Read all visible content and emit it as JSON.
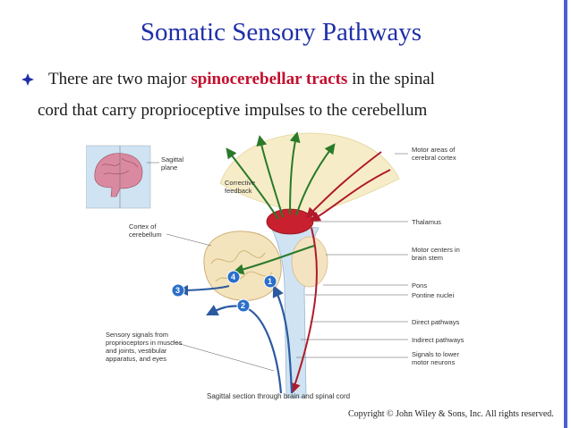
{
  "slide": {
    "title": "Somatic Sensory Pathways",
    "bullet_pre": "There are two major ",
    "bullet_highlight": "spinocerebellar tracts",
    "bullet_post": " in the spinal",
    "bullet_line2": "cord that carry proprioceptive impulses to the cerebellum",
    "copyright": "Copyright © John Wiley & Sons, Inc. All rights reserved."
  },
  "diagram": {
    "labels": {
      "sagittal_plane_1": "Sagittal",
      "sagittal_plane_2": "plane",
      "corrective_1": "Corrective",
      "corrective_2": "feedback",
      "cortex_cereb_1": "Cortex of",
      "cortex_cereb_2": "cerebellum",
      "motor_areas_1": "Motor areas of",
      "motor_areas_2": "cerebral cortex",
      "thalamus": "Thalamus",
      "motor_centers_1": "Motor centers in",
      "motor_centers_2": "brain stem",
      "pons": "Pons",
      "pontine_nuclei": "Pontine nuclei",
      "direct_pathways": "Direct pathways",
      "indirect_pathways": "Indirect pathways",
      "signals_lower_1": "Signals to lower",
      "signals_lower_2": "motor neurons",
      "sensory_1": "Sensory signals from",
      "sensory_2": "proprioceptors in muscles",
      "sensory_3": "and joints, vestibular",
      "sensory_4": "apparatus, and eyes",
      "caption": "Sagittal section through brain and spinal cord"
    },
    "steps": [
      "1",
      "2",
      "3",
      "4"
    ],
    "colors": {
      "direct": "#b01a2a",
      "indirect": "#2a7a2a",
      "sensory": "#2c5aa0",
      "step_badge": "#2a6fc9"
    }
  }
}
